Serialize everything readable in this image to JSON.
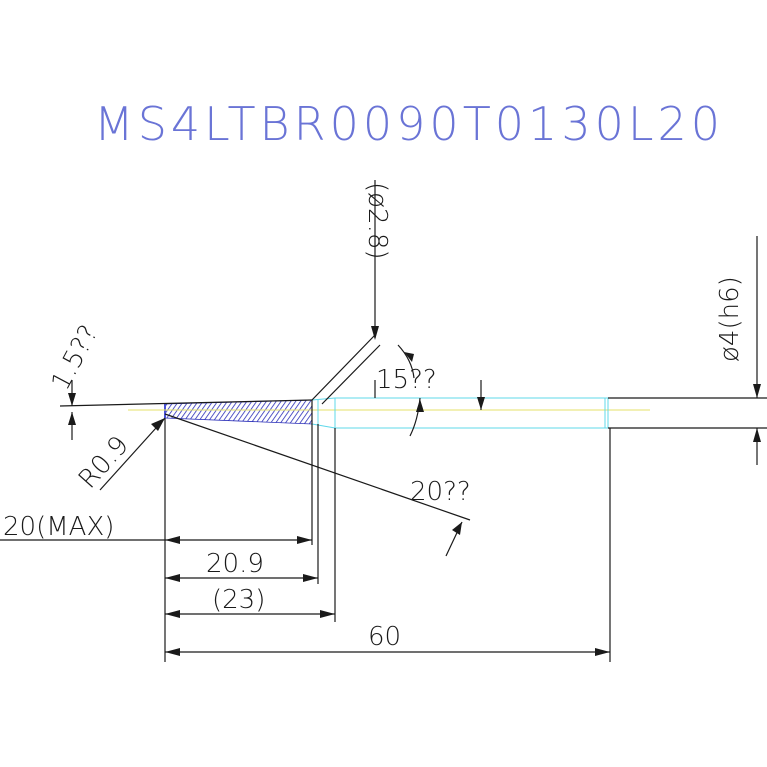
{
  "drawing": {
    "title": "MS4LTBR0090T0130L20",
    "dims": {
      "d_neck": "(ø2.8)",
      "d_shank": "ø4(h6)",
      "angle_tip": "1.5??",
      "angle_neck": "15??",
      "angle_cut": "20??",
      "radius": "R0.9",
      "length_max": "20(MAX)",
      "length_flute": "20.9",
      "length_neck": "(23)",
      "length_total": "60"
    },
    "colors": {
      "title": "#6a74d6",
      "hatch": "#2b2fb8",
      "construction": "#5fd8ea",
      "centerline": "#e4e26a"
    }
  }
}
